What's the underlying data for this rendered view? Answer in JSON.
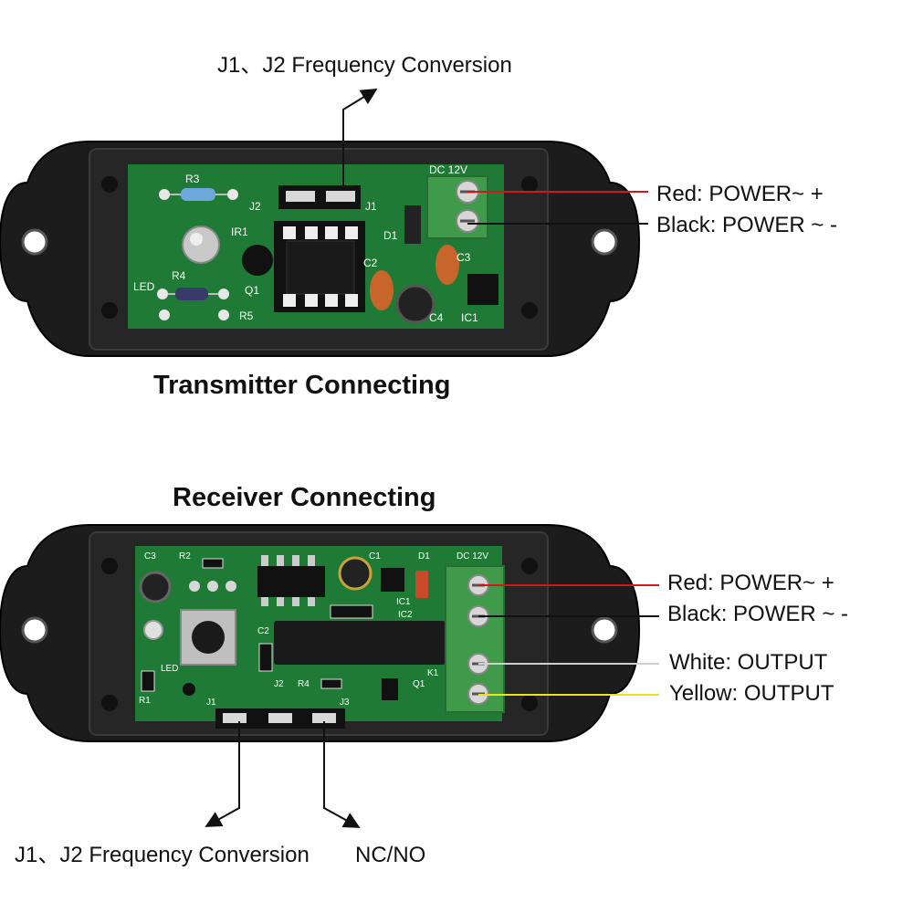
{
  "transmitter": {
    "heading": "Transmitter Connecting",
    "jumper_callout": "J1、J2 Frequency Conversion",
    "power_positive_label": "Red: POWER~ +",
    "power_negative_label": "Black: POWER ~ -",
    "pcb_silkscreen": [
      "R3",
      "J2",
      "J1",
      "DC 12V",
      "IR1",
      "D1",
      "LED",
      "R4",
      "Q1",
      "C2",
      "C3",
      "R5",
      "C4",
      "IC1"
    ]
  },
  "receiver": {
    "heading": "Receiver Connecting",
    "power_positive_label": "Red: POWER~ +",
    "power_negative_label": "Black: POWER ~ -",
    "output_white_label": "White: OUTPUT",
    "output_yellow_label": "Yellow: OUTPUT",
    "jumper_callout": "J1、J2 Frequency Conversion",
    "ncno_callout": "NC/NO",
    "pcb_silkscreen": [
      "C3",
      "R2",
      "C1",
      "D1",
      "DC 12V",
      "IC2",
      "IC1",
      "C2",
      "LED",
      "R1",
      "J2",
      "R4",
      "Q1",
      "K1",
      "J1",
      "J3"
    ]
  },
  "colors": {
    "case": "#1c1c1c",
    "pcb": "#1f7a35",
    "terminal_block": "#3f9a4a",
    "red_wire": "#d01818",
    "black_wire": "#111111",
    "white_wire": "#cfcfcf",
    "yellow_wire": "#ece41a"
  }
}
